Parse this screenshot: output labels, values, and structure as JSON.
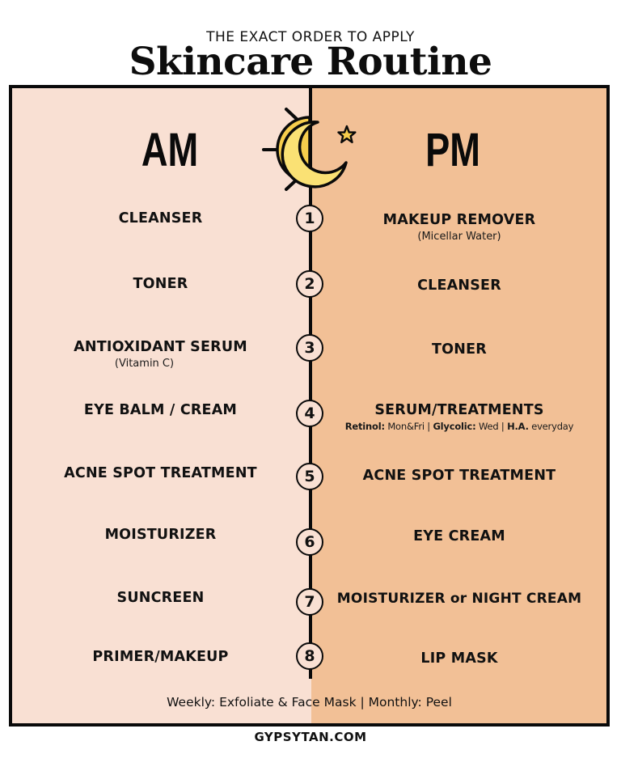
{
  "header": {
    "kicker": "THE EXACT ORDER TO APPLY",
    "title": "Skincare Routine"
  },
  "columns": {
    "am_label": "AM",
    "pm_label": "PM",
    "am_bg": "#f9e0d3",
    "pm_bg": "#f2c096",
    "divider_icon": "sun-moon-icon"
  },
  "steps": [
    {
      "number": "1",
      "am": {
        "label": "CLEANSER",
        "note": ""
      },
      "pm": {
        "label": "MAKEUP REMOVER",
        "note": "(Micellar Water)"
      }
    },
    {
      "number": "2",
      "am": {
        "label": "TONER",
        "note": ""
      },
      "pm": {
        "label": "CLEANSER",
        "note": ""
      }
    },
    {
      "number": "3",
      "am": {
        "label": "ANTIOXIDANT SERUM",
        "note": "(Vitamin C)"
      },
      "pm": {
        "label": "TONER",
        "note": ""
      }
    },
    {
      "number": "4",
      "am": {
        "label": "EYE BALM / CREAM",
        "note": ""
      },
      "pm": {
        "label": "SERUM/TREATMENTS",
        "note_parts": [
          {
            "bold": "Retinol:",
            "text": " Mon&Fri | "
          },
          {
            "bold": "Glycolic:",
            "text": " Wed | "
          },
          {
            "bold": "H.A.",
            "text": " everyday"
          }
        ]
      }
    },
    {
      "number": "5",
      "am": {
        "label": "ACNE SPOT TREATMENT",
        "note": ""
      },
      "pm": {
        "label": "ACNE SPOT TREATMENT",
        "note": ""
      }
    },
    {
      "number": "6",
      "am": {
        "label": "MOISTURIZER",
        "note": ""
      },
      "pm": {
        "label": "EYE CREAM",
        "note": ""
      }
    },
    {
      "number": "7",
      "am": {
        "label": "SUNCREEN",
        "note": ""
      },
      "pm": {
        "label": "MOISTURIZER or NIGHT CREAM",
        "note": ""
      }
    },
    {
      "number": "8",
      "am": {
        "label": "PRIMER/MAKEUP",
        "note": ""
      },
      "pm": {
        "label": "LIP MASK",
        "note": ""
      }
    }
  ],
  "footer": {
    "note": "Weekly: Exfoliate & Face Mask | Monthly: Peel",
    "site": "GYPSYTAN.COM"
  }
}
